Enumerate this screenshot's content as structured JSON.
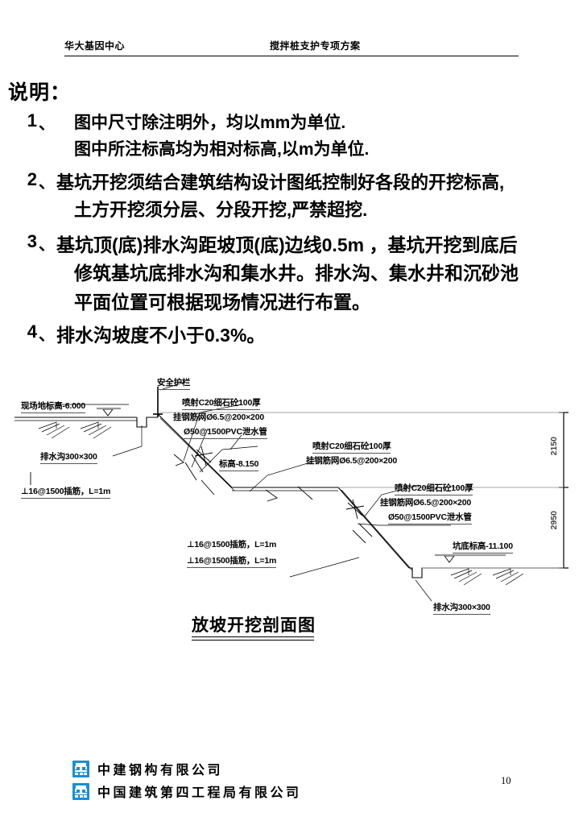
{
  "header": {
    "left_title": "华大基因中心",
    "center_title": "搅拌桩支护专项方案"
  },
  "notes": {
    "title": "说明：",
    "items": [
      {
        "num": "1",
        "dun": "、",
        "lines": [
          "图中尺寸除注明外，均以mm为单位.",
          "图中所注标高均为相对标高,以m为单位."
        ]
      },
      {
        "num": "2",
        "dun": "、",
        "lines": [
          "基坑开挖须结合建筑结构设计图纸控制好各段的开挖标高,",
          "土方开挖须分层、分段开挖,严禁超挖."
        ]
      },
      {
        "num": "3",
        "dun": "、",
        "lines": [
          "基坑顶(底)排水沟距坡顶(底)边线0.5m ，基坑开挖到底后",
          "修筑基坑底排水沟和集水井。排水沟、集水井和沉砂池",
          "平面位置可根据现场情况进行布置。"
        ]
      },
      {
        "num": "4",
        "dun": "、",
        "lines": [
          "排水沟坡度不小于0.3%。"
        ]
      }
    ]
  },
  "drawing": {
    "caption": "放坡开挖剖面图",
    "labels": {
      "ground_elev": "现场地标高-6.000",
      "top_ditch": "排水沟300×300",
      "top_dowel": "⊥16@1500插筋，L=1m",
      "railing": "安全护栏",
      "shotcrete_1": "喷射C20细石砼100厚",
      "mesh_1": "挂钢筋网Ø6.5@200×200",
      "pvc_1": "Ø50@1500PVC泄水管",
      "bench_elev": "标高-8.150",
      "shotcrete_2": "喷射C20细石砼100厚",
      "mesh_2": "挂钢筋网Ø6.5@200×200",
      "shotcrete_3": "喷射C20细石砼100厚",
      "mesh_3": "挂钢筋网Ø6.5@200×200",
      "pvc_3": "Ø50@1500PVC泄水管",
      "dowel_mid_1": "⊥16@1500插筋，L=1m",
      "dowel_mid_2": "⊥16@1500插筋，L=1m",
      "pit_elev": "坑底标高-11.100",
      "bottom_ditch": "排水沟300×300"
    },
    "dimensions": {
      "upper": "2150",
      "lower": "2950"
    }
  },
  "footer": {
    "company_1": "中建钢构有限公司",
    "company_2": "中国建筑第四工程局有限公司",
    "page_number": "10"
  },
  "colors": {
    "logo_blue": "#1a8fd1",
    "ink": "#000000"
  }
}
